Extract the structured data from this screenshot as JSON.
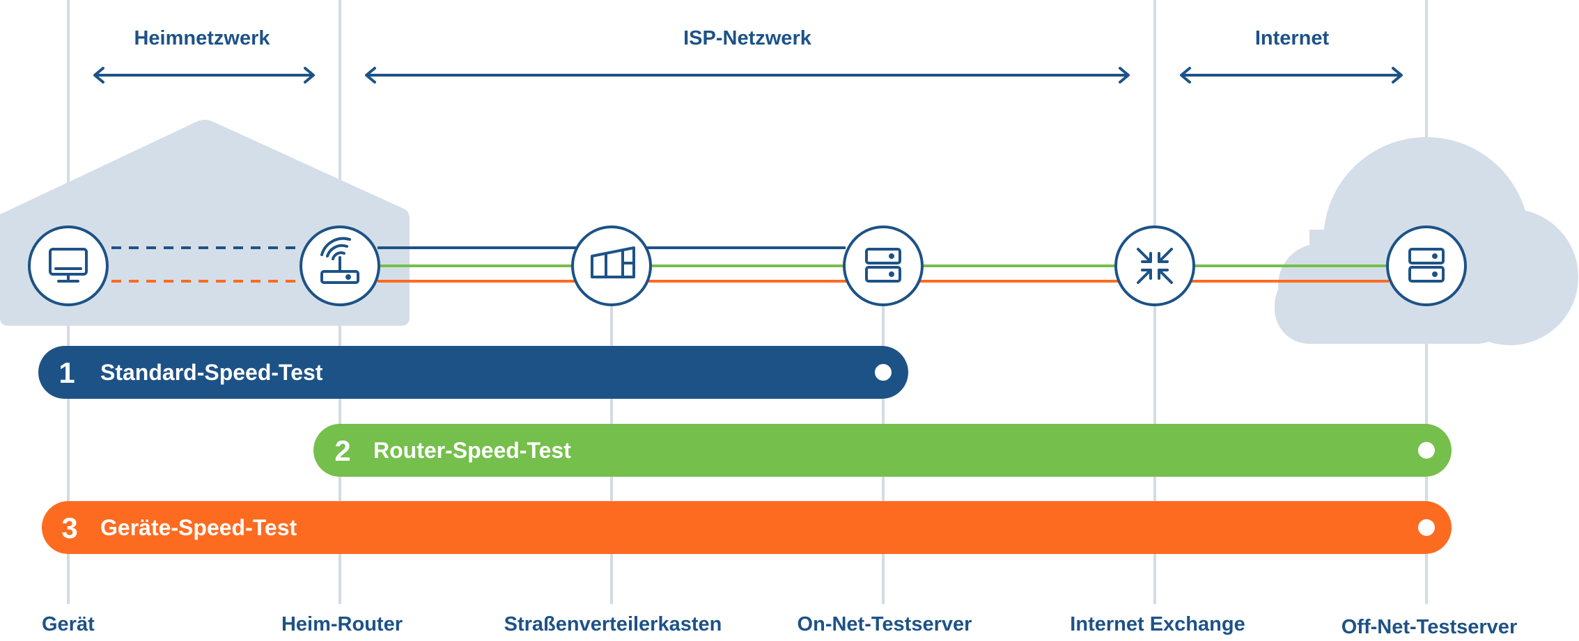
{
  "colors": {
    "navy": "#1d5286",
    "blue_bar": "#1d5286",
    "green_bar": "#75bf4c",
    "orange_bar": "#fd6b21",
    "shape_fill": "#d4dee8",
    "guide_line": "#d4dbe4",
    "white": "#ffffff"
  },
  "zones": [
    {
      "label": "Heimnetzwerk"
    },
    {
      "label": "ISP-Netzwerk"
    },
    {
      "label": "Internet"
    }
  ],
  "nodes": [
    {
      "label": "Gerät",
      "icon": "laptop-icon"
    },
    {
      "label": "Heim-Router",
      "icon": "wifi-router-icon"
    },
    {
      "label": "Straßenverteilerkasten",
      "icon": "street-cabinet-icon"
    },
    {
      "label": "On-Net-Testserver",
      "icon": "server-icon"
    },
    {
      "label": "Internet Exchange",
      "icon": "exchange-arrows-icon"
    },
    {
      "label": "Off-Net-Testserver",
      "icon": "server-icon"
    }
  ],
  "tests": [
    {
      "number": "1",
      "label": "Standard-Speed-Test",
      "color": "#1d5286"
    },
    {
      "number": "2",
      "label": "Router-Speed-Test",
      "color": "#75bf4c"
    },
    {
      "number": "3",
      "label": "Geräte-Speed-Test",
      "color": "#fd6b21"
    }
  ]
}
